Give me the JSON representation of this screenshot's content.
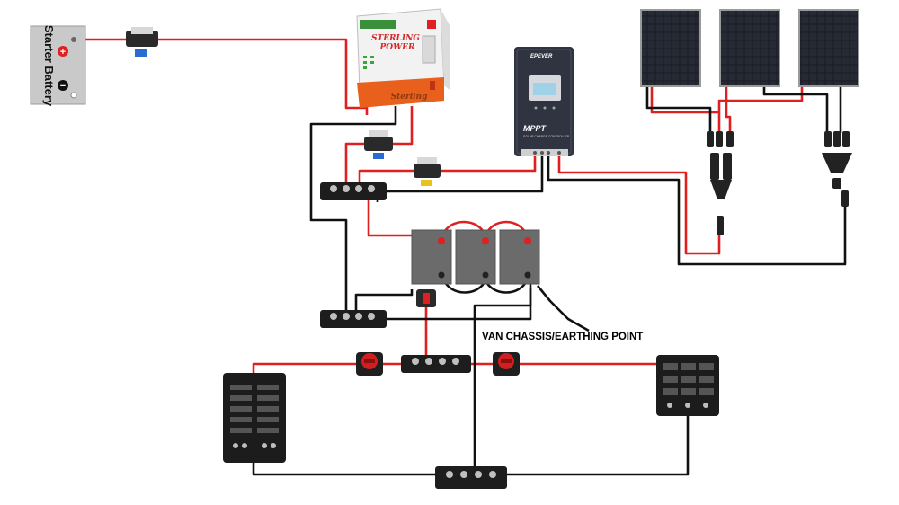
{
  "labels": {
    "starter_battery": "Starter Battery",
    "chassis_point": "VAN CHASSIS/EARTHING POINT",
    "b2b_brand_line1": "STERLING",
    "b2b_brand_line2": "POWER",
    "b2b_front_logo": "Sterling",
    "mppt_brand": "EPEVER",
    "mppt_label": "MPPT",
    "mppt_sub": "SOLAR CHARGE CONTROLLER",
    "plus_symbol": "+",
    "minus_symbol": "−"
  },
  "colors": {
    "positive_wire": "#e02020",
    "negative_wire": "#111111",
    "b2b_orange": "#e8601c",
    "mppt_body": "#2f3440",
    "solar_panel": "#1a1c22",
    "battery_body": "#6b6b6b"
  },
  "components": {
    "solar_panels": 3,
    "leisure_batteries": 3,
    "battery_switches": 2,
    "fuse_boxes": 2
  }
}
